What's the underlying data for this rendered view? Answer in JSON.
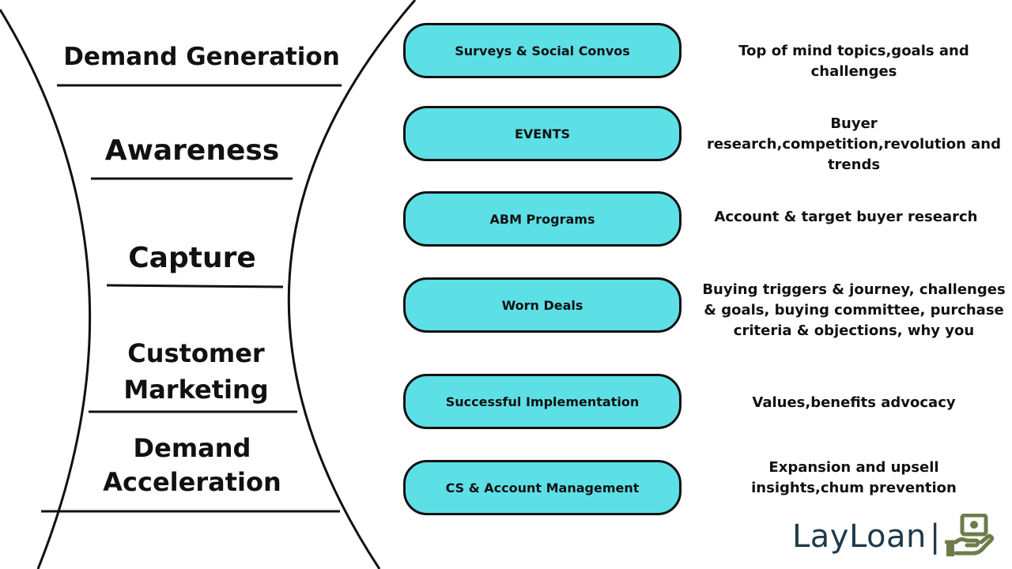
{
  "stages": [
    {
      "label": "Demand Generation"
    },
    {
      "label": "Awareness"
    },
    {
      "label": "Capture"
    },
    {
      "label": "Customer Marketing"
    },
    {
      "label": "Demand Acceleration"
    }
  ],
  "pills": [
    {
      "label": "Surveys & Social Convos",
      "desc": "Top of mind topics,goals and challenges"
    },
    {
      "label": "EVENTS",
      "desc": "Buyer research,competition,revolution and trends"
    },
    {
      "label": "ABM Programs",
      "desc": "Account & target buyer research"
    },
    {
      "label": "Worn Deals",
      "desc": "Buying triggers & journey, challenges & goals, buying committee, purchase criteria & objections, why you"
    },
    {
      "label": "Successful Implementation",
      "desc": "Values,benefits advocacy"
    },
    {
      "label": "CS & Account Management",
      "desc": "Expansion and upsell insights,chum prevention"
    }
  ],
  "brand": {
    "name": "LayLoan",
    "separator": "|",
    "icon": "money-hand-icon"
  },
  "colors": {
    "pill": "#5ddfe6",
    "stroke": "#111111",
    "brand": "#1f3a4a",
    "brand_icon": "#6d7d4a"
  }
}
